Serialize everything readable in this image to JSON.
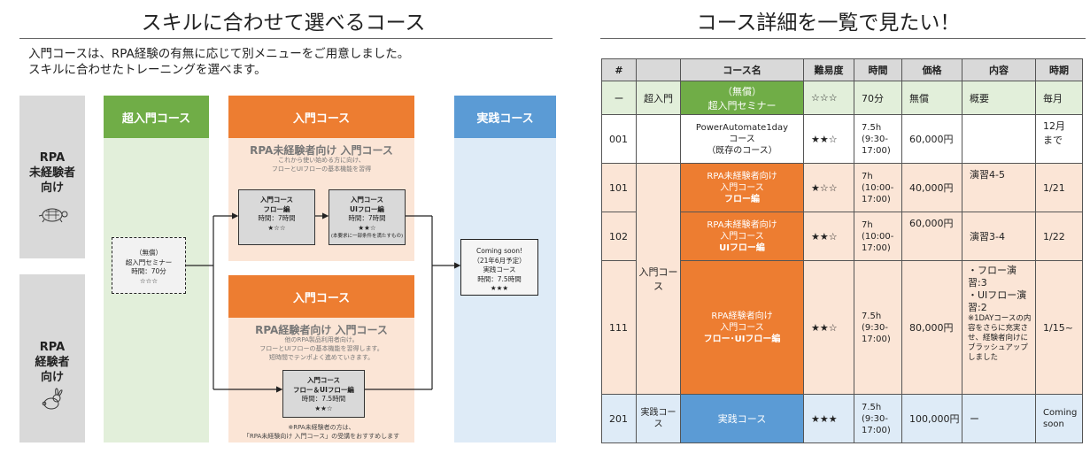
{
  "left": {
    "title": "スキルに合わせて選べるコース",
    "intro_line1": "入門コースは、RPA経験の有無に応じて別メニューをご用意しました。",
    "intro_line2": "スキルに合わせたトレーニングを選べます。",
    "rows": [
      {
        "line1": "RPA",
        "line2": "未経験者",
        "line3": "向け",
        "icon": "turtle-icon"
      },
      {
        "line1": "RPA",
        "line2": "経験者",
        "line3": "向け",
        "icon": "rabbit-icon"
      }
    ],
    "columns": {
      "basic": "超入門コース",
      "intro": "入門コース",
      "practice": "実践コース"
    },
    "intro_beginner": {
      "title": "RPA未経験者向け 入門コース",
      "desc1": "これから使い始める方に向け、",
      "desc2": "フローとUIフローの基本機能を習得"
    },
    "intro_experienced": {
      "title": "RPA経験者向け 入門コース",
      "desc1": "他のRPA製品利用者向け。",
      "desc2": "フローとUIフローの基本機能を習得します。",
      "desc3": "短時間でテンポよく進めていきます。"
    },
    "seminar_box": {
      "l1": "（無償）",
      "l2": "超入門セミナー",
      "l3": "時間：70分",
      "l4": "☆☆☆"
    },
    "flow_box": {
      "l1": "入門コース",
      "l2": "フロー編",
      "l3": "時間：7時間",
      "l4": "★☆☆"
    },
    "uiflow_box": {
      "l1": "入門コース",
      "l2": "UIフロー編",
      "l3": "時間：7時間",
      "l4": "★★☆",
      "l5": "(本要求に一部条件を満たすもの)"
    },
    "combo_box": {
      "l1": "入門コース",
      "l2": "フロー＆UIフロー編",
      "l3": "時間：7.5時間",
      "l4": "★★☆"
    },
    "soon_box": {
      "l1": "Coming soon!",
      "l2": "（21年6月予定）",
      "l3": "実践コース",
      "l4": "時間：7.5時間",
      "l5": "★★★"
    },
    "note_line1": "※RPA未経験者の方は、",
    "note_line2": "「RPA未経験向け 入門コース」の受講をおすすめします"
  },
  "right": {
    "title": "コース詳細を一覧で見たい！",
    "headers": [
      "#",
      "",
      "コース名",
      "難易度",
      "時間",
      "価格",
      "内容",
      "時期"
    ],
    "rows": {
      "r0": {
        "num": "ー",
        "cat": "超入門",
        "name1": "（無償）",
        "name2": "超入門セミナー",
        "level": "☆☆☆",
        "time": "70分",
        "price": "無償",
        "content": "概要",
        "period": "毎月"
      },
      "r1": {
        "num": "001",
        "name1": "PowerAutomate1day",
        "name2": "コース",
        "name3": "（既存のコース）",
        "level": "★★☆",
        "time1": "7.5h",
        "time2": "(9:30-",
        "time3": "17:00)",
        "price": "60,000円",
        "period1": "12月",
        "period2": "まで"
      },
      "r2": {
        "num": "101",
        "name1": "RPA未経験者向け",
        "name2": "入門コース",
        "name3": "フロー編",
        "level": "★☆☆",
        "time1": "7h",
        "time2": "(10:00-",
        "time3": "17:00)",
        "price": "40,000円",
        "content": "演習4-5",
        "period": "1/21"
      },
      "r3": {
        "num": "102",
        "name1": "RPA未経験者向け",
        "name2": "入門コース",
        "name3": "UIフロー編",
        "level": "★★☆",
        "time1": "7h",
        "time2": "(10:00-",
        "time3": "17:00)",
        "price": "60,000円",
        "content": "演習3-4",
        "period": "1/22"
      },
      "r4": {
        "num": "111",
        "cat": "入門コース",
        "name1": "RPA経験者向け",
        "name2": "入門コース",
        "name3": "フロー･UIフロー編",
        "level": "★★☆",
        "time1": "7.5h",
        "time2": "(9:30-",
        "time3": "17:00)",
        "price": "80,000円",
        "content1": "・フロー演習:3",
        "content2": "・UIフロー演習:2",
        "content3": "※1DAYコースの内容をさらに充実させ、経験者向けにブラッシュアップしました",
        "period": "1/15~"
      },
      "r5": {
        "num": "201",
        "cat": "実践コース",
        "name": "実践コース",
        "level": "★★★",
        "time1": "7.5h",
        "time2": "(9:30-",
        "time3": "17:00)",
        "price": "100,000円",
        "content": "ー",
        "period1": "Coming",
        "period2": "soon"
      }
    }
  },
  "colors": {
    "green": "#70ad47",
    "orange": "#ed7d31",
    "blue": "#5b9bd5",
    "light_green": "#e2efda",
    "light_peach": "#fbe5d6",
    "light_blue": "#deebf7",
    "gray": "#d9d9d9"
  }
}
